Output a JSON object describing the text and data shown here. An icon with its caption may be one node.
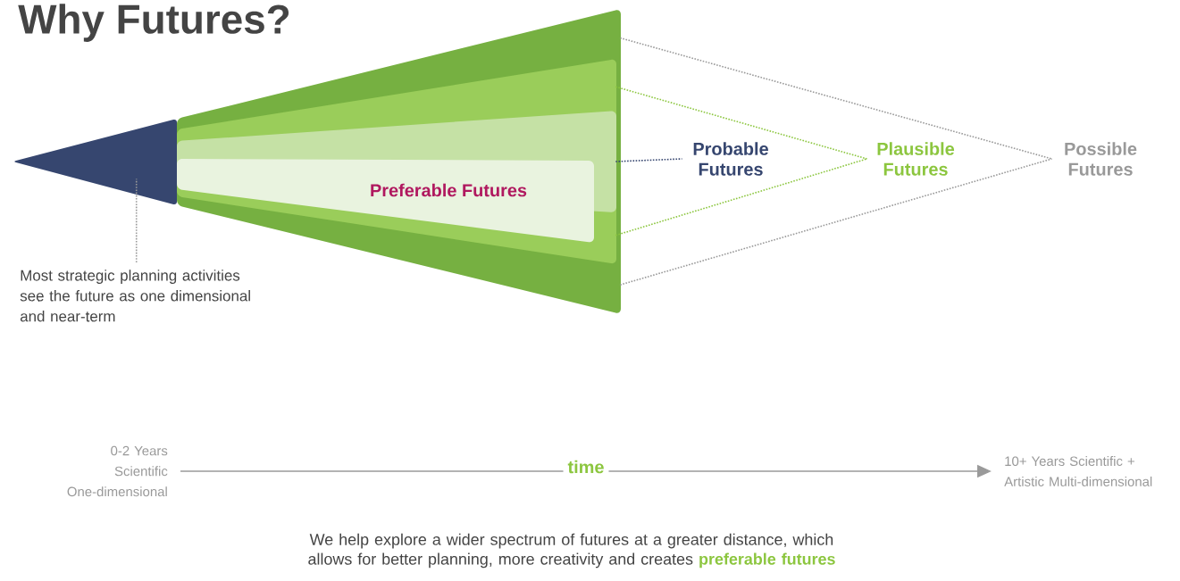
{
  "diagram": {
    "title": "Why Futures?",
    "caption": "We help explore a wider spectrum of futures at a greater distance, which allows for better planning, more creativity and creates **preferable futures**",
    "nodes": [
      {
        "text": [],
        "shape": "triangle"
      },
      {
        "text": [],
        "shape": "band"
      },
      {
        "text": [],
        "shape": "band",
        "in": 1
      },
      {
        "text": [],
        "shape": "band",
        "in": 2
      },
      {
        "text": [
          "Preferable Futures"
        ],
        "in": 2
      },
      {
        "text": [
          "Probable Futures"
        ]
      },
      {
        "text": [
          "Plausible Futures"
        ]
      },
      {
        "text": [
          "Possible Futures"
        ]
      },
      {
        "text": [
          "Most strategic planning activities see the future as one dimensional and near-term"
        ]
      },
      {
        "text": [
          "0-2 Years Scientific One-dimensional"
        ]
      },
      {
        "text": [
          "10+ Years Scientific + Artistic Multi-dimensional"
        ]
      }
    ],
    "edges": [
      {
        "from": 3,
        "to": 5,
        "arrow": "none",
        "style": "dashed",
        "color": "#36466f"
      },
      {
        "from": 2,
        "to": 6,
        "arrow": "none",
        "style": "dashed",
        "color": "#8cc63f"
      },
      {
        "from": 2,
        "to": 6,
        "arrow": "none",
        "style": "dashed",
        "color": "#8cc63f"
      },
      {
        "from": 1,
        "to": 7,
        "arrow": "none",
        "style": "dashed",
        "color": "#999999"
      },
      {
        "from": 1,
        "to": 7,
        "arrow": "none",
        "style": "dashed",
        "color": "#999999"
      },
      {
        "from": 8,
        "to": 0,
        "arrow": "none",
        "style": "dashed",
        "color": "#999999"
      },
      {
        "from": 9,
        "to": 10,
        "arrow": "to",
        "label": "time",
        "color": "#9a9a9a"
      }
    ]
  }
}
